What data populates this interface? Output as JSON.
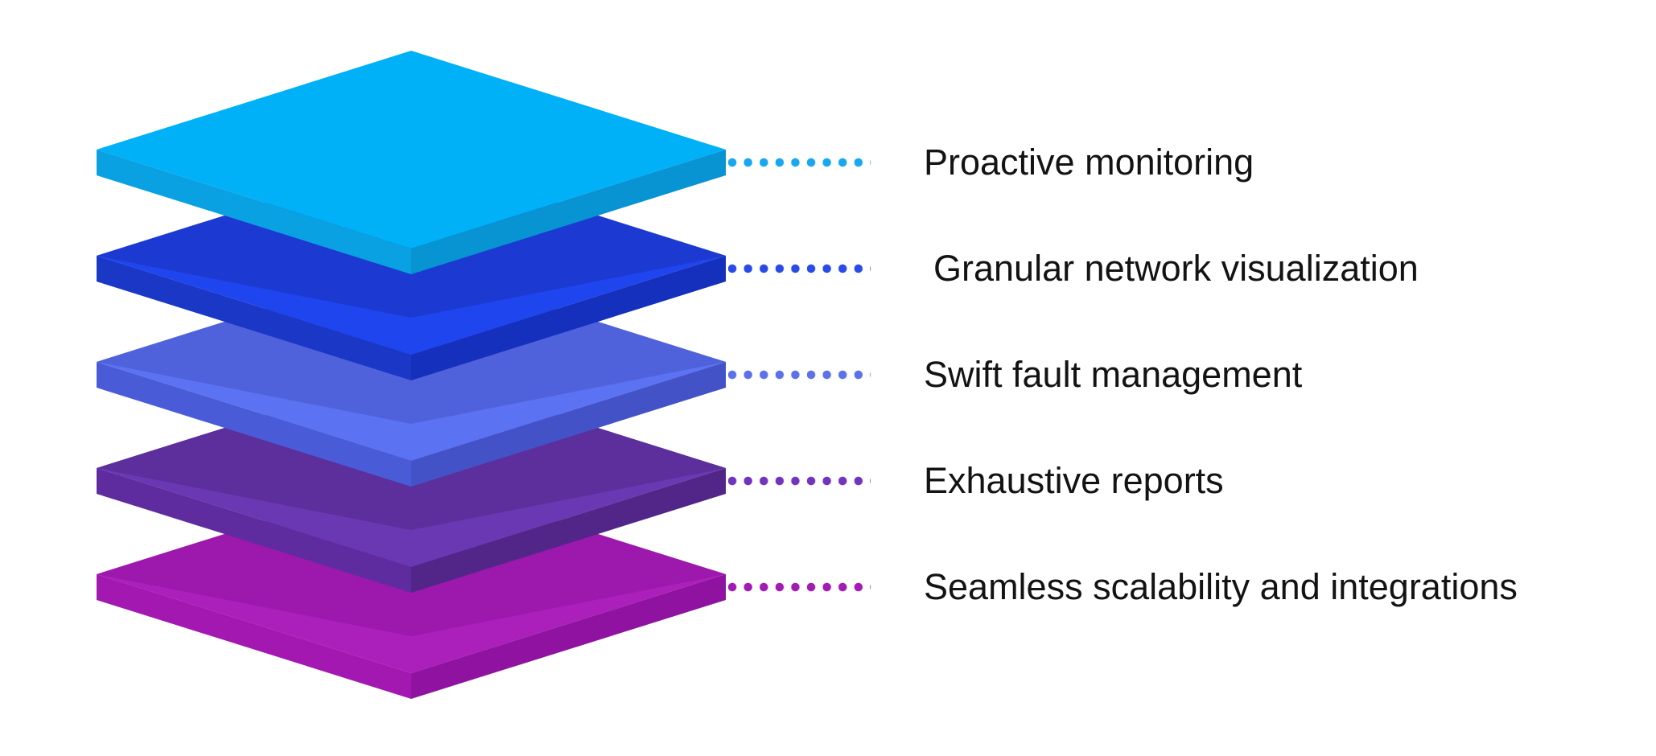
{
  "diagram": {
    "background": "#FFFFFF",
    "text_color": "#131313",
    "features": [
      {
        "label": "Proactive monitoring",
        "dot_color": "#18A7F0",
        "layer": {
          "top": "#00B1F7",
          "left": "#0AA1E3",
          "right": "#0893D2"
        }
      },
      {
        "label": "Granular network visualization",
        "dot_color": "#2A4BE8",
        "layer": {
          "top": "#1E45EE",
          "shadow": "#1C3AD2",
          "left": "#1A37C6",
          "right": "#1430BC"
        }
      },
      {
        "label": "Swift fault management",
        "dot_color": "#5C71EA",
        "layer": {
          "top": "#5B73F2",
          "shadow": "#5062DB",
          "left": "#4A5BD7",
          "right": "#4452C8"
        }
      },
      {
        "label": "Exhaustive reports",
        "dot_color": "#7233C0",
        "layer": {
          "top": "#6938B2",
          "shadow": "#5C2F9C",
          "left": "#5E2C9E",
          "right": "#512688"
        }
      },
      {
        "label": "Seamless scalability and integrations",
        "dot_color": "#A21BB5",
        "layer": {
          "top": "#AB1FBA",
          "shadow": "#9D18AC",
          "left": "#A318B1",
          "right": "#8F13A0"
        }
      }
    ]
  }
}
